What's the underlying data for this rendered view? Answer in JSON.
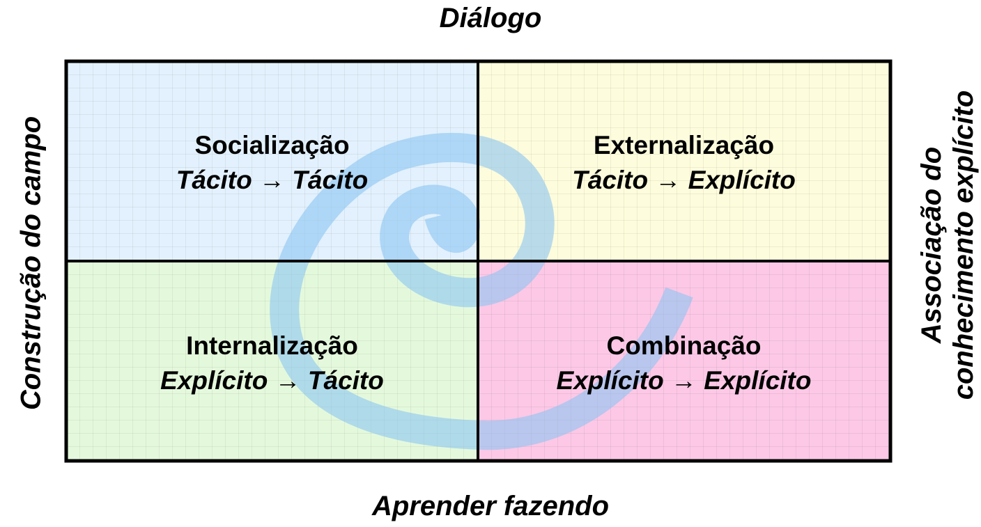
{
  "axes": {
    "top": "Diálogo",
    "bottom": "Aprender fazendo",
    "left": "Construção do campo",
    "right_line1": "Associação do",
    "right_line2": "conhecimento explícito"
  },
  "quadrants": {
    "socializacao": {
      "title": "Socialização",
      "formula": "Tácito → Tácito",
      "color": "#e2f1fd"
    },
    "externalizacao": {
      "title": "Externalização",
      "formula": "Tácito → Explícito",
      "color": "#fdfcdc"
    },
    "internalizacao": {
      "title": "Internalização",
      "formula": "Explícito → Tácito",
      "color": "#e4f9dc"
    },
    "combinacao": {
      "title": "Combinação",
      "formula": "Explícito → Explícito",
      "color": "#fcc8e6"
    }
  },
  "spiral_color": "#8cc4f2"
}
